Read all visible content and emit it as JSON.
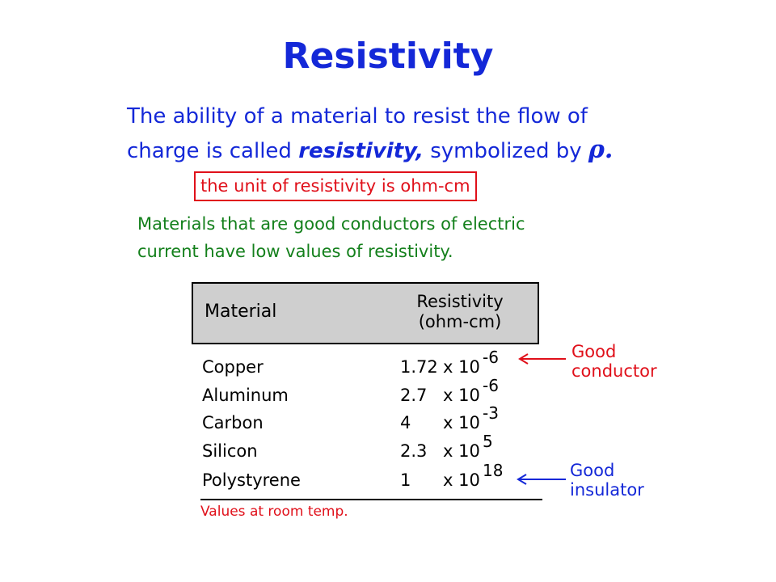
{
  "title": "Resistivity",
  "intro": {
    "line1": "The ability of a material to resist the flow of",
    "line2_prefix": "charge is called ",
    "line2_emph": "resistivity,",
    "line2_suffix": " symbolized by ",
    "symbol": "ρ",
    "period": "."
  },
  "unit_note": "the unit of resistivity is ohm-cm",
  "conductors_note": {
    "line1": "Materials that are good conductors of electric",
    "line2": "current have low values of resistivity."
  },
  "table": {
    "header_material": "Material",
    "header_resistivity_line1": "Resistivity",
    "header_resistivity_line2": "(ohm-cm)",
    "rows": [
      {
        "material": "Copper",
        "coef": "1.72",
        "times": "x 10",
        "exp": "-6"
      },
      {
        "material": "Aluminum",
        "coef": "2.7",
        "times": "x 10",
        "exp": "-6"
      },
      {
        "material": "Carbon",
        "coef": "4",
        "times": "x 10",
        "exp": "-3"
      },
      {
        "material": "Silicon",
        "coef": "2.3",
        "times": "x 10",
        "exp": "5"
      },
      {
        "material": "Polystyrene",
        "coef": "1",
        "times": "x 10",
        "exp": "18"
      }
    ]
  },
  "footnote": "Values at room temp.",
  "callouts": {
    "conductor_line1": "Good",
    "conductor_line2": "conductor",
    "insulator_line1": "Good",
    "insulator_line2": "insulator"
  },
  "colors": {
    "blue_text": "#1428d8",
    "red_text": "#e0101a",
    "green_text": "#14801c",
    "header_fill": "#cfcfcf"
  }
}
